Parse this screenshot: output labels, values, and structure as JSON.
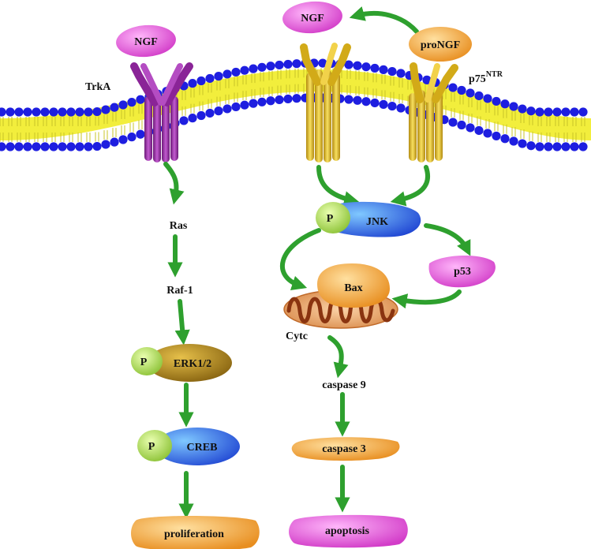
{
  "labels": {
    "ngf_left": "NGF",
    "ngf_top": "NGF",
    "prongf": "proNGF",
    "trka": "TrkA",
    "p75_base": "p75",
    "p75_sup": "NTR",
    "ras": "Ras",
    "raf1": "Raf-1",
    "erk_p": "P",
    "erk": "ERK1/2",
    "creb_p": "P",
    "creb": "CREB",
    "proliferation": "proliferation",
    "jnk_p": "P",
    "jnk": "JNK",
    "p53": "p53",
    "bax": "Bax",
    "cytc": "Cytc",
    "caspase9": "caspase 9",
    "caspase3": "caspase 3",
    "apoptosis": "apoptosis"
  },
  "colors": {
    "membrane_head": "#1e1ee0",
    "membrane_tail": "#f2ee3c",
    "trka": "#9b2fa8",
    "p75": "#e6c020",
    "ngf": "#e24fd8",
    "prongf": "#f2a83a",
    "arrow": "#2ea02e",
    "phospho": "#a6d64a",
    "erk": "#a07a10",
    "creb": "#2a56e0",
    "jnk": "#2a66e8",
    "bax": "#f0a830",
    "mito": "#b9501a",
    "proliferation": "#f4b254",
    "apoptosis": "#e04fd6"
  }
}
